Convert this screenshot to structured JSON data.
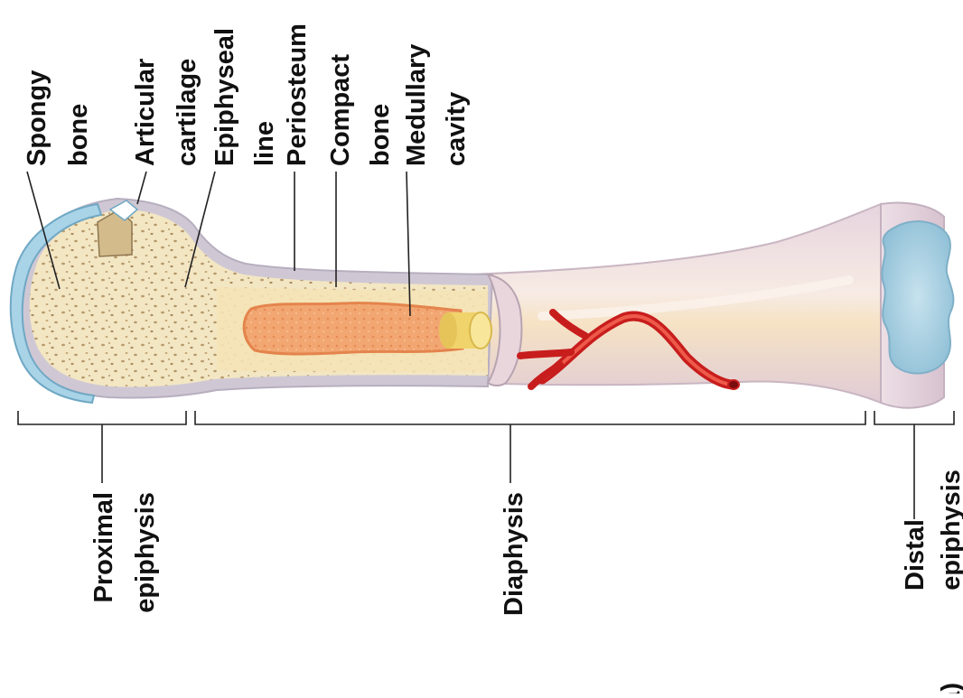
{
  "labels": {
    "spongy_bone": [
      "Spongy",
      "bone"
    ],
    "articular_cartilage": [
      "Articular",
      "cartilage"
    ],
    "epiphyseal_line": [
      "Epiphyseal",
      "line"
    ],
    "periosteum": [
      "Periosteum"
    ],
    "compact_bone": [
      "Compact",
      "bone"
    ],
    "medullary_cavity": [
      "Medullary",
      "cavity"
    ]
  },
  "regions": {
    "proximal_epiphysis": [
      "Proximal",
      "epiphysis"
    ],
    "diaphysis": [
      "Diaphysis"
    ],
    "distal_epiphysis": [
      "Distal",
      "epiphysis"
    ]
  },
  "panel_label": "(a)",
  "colors": {
    "spongy_bone": "#f3e6c3",
    "cartilage": "#9ecde2",
    "periosteum": "#c9c2cf",
    "medullary_cavity": "#f0a46e",
    "yellow_marrow": "#f4dc7a",
    "shaft": "#f0dde6",
    "blood_vessel": "#d62020",
    "leader_line": "#222222"
  }
}
